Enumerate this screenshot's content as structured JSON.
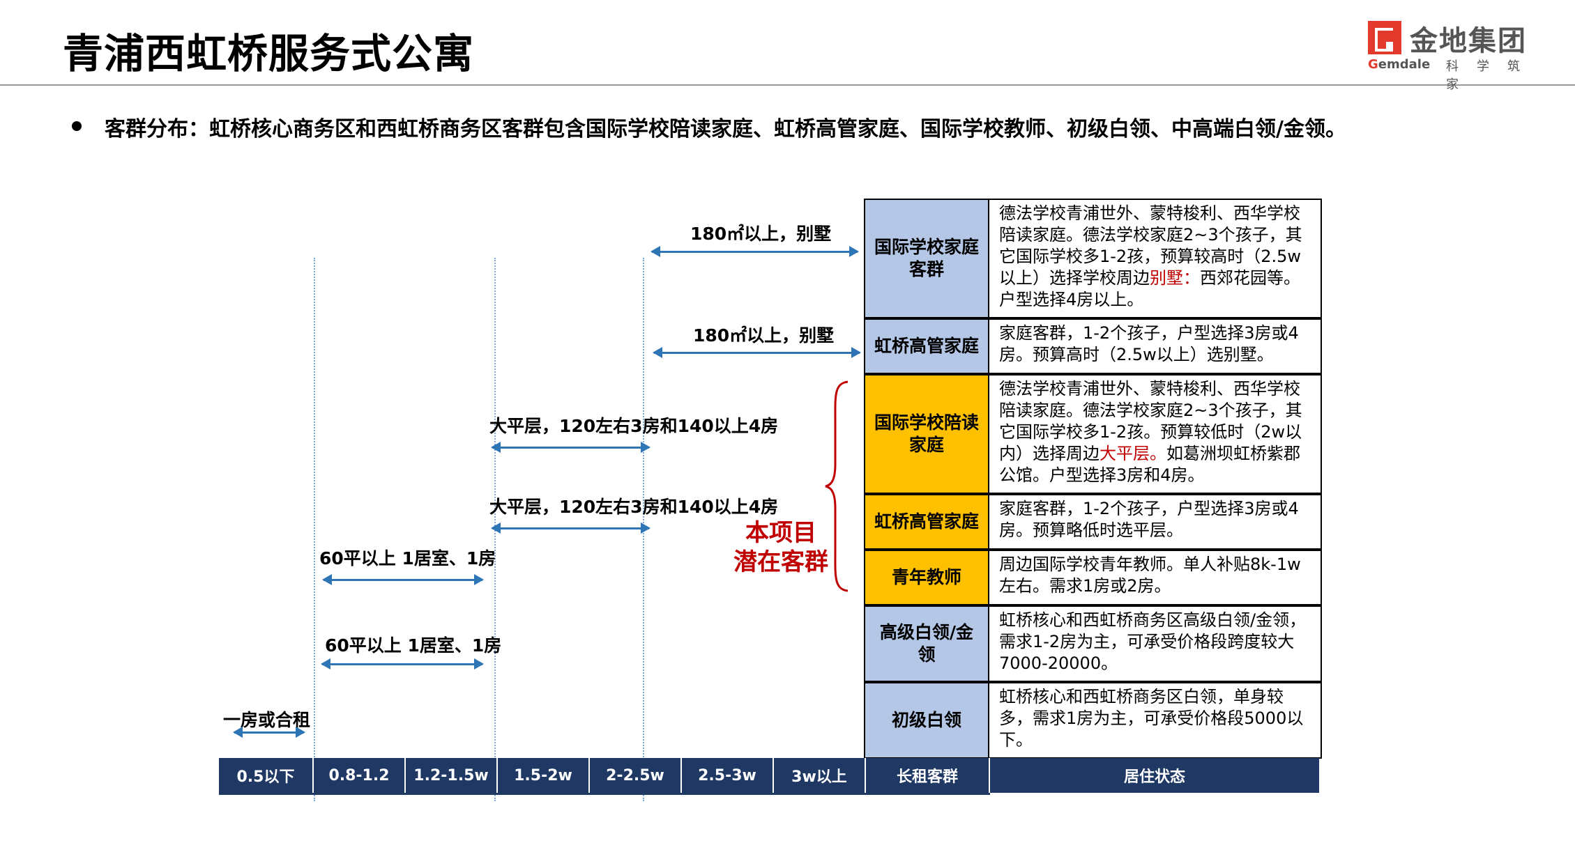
{
  "header": {
    "title": "青浦西虹桥服务式公寓",
    "logo_name": "金地集团",
    "logo_en": "Gemdale",
    "logo_tagline": "科学筑家"
  },
  "bullet": "客群分布：虹桥核心商务区和西虹桥商务区客群包含国际学校陪读家庭、虹桥高管家庭、国际学校教师、初级白领、中高端白领/金领。",
  "axis": {
    "budget_ticks": [
      "0.5以下",
      "0.8-1.2",
      "1.2-1.5w",
      "1.5-2w",
      "2-2.5w",
      "2.5-3w",
      "3w以上"
    ],
    "group_header": "长租客群",
    "desc_header": "居住状态"
  },
  "groups": [
    {
      "name": "国际学校家庭客群",
      "color": "#b4c7e7",
      "desc": [
        "德法学校青浦世外、蒙特梭利、西华学校陪读家庭。德法学校家庭2~3个孩子，其它国际学校多1-2孩，预算较高时（2.5w以上）选择学校周边",
        "别墅：",
        "西郊花园等。户型选择4房以上。"
      ]
    },
    {
      "name": "虹桥高管家庭",
      "color": "#b4c7e7",
      "desc": [
        "家庭客群，1-2个孩子，户型选择3房或4房。预算高时（2.5w以上）选别墅。"
      ]
    },
    {
      "name": "国际学校陪读家庭",
      "color": "#ffc000",
      "desc": [
        "德法学校青浦世外、蒙特梭利、西华学校陪读家庭。德法学校家庭2~3个孩子，其它国际学校多1-2孩。预算较低时（2w以内）选择周边",
        "大平层。",
        "如葛洲坝虹桥紫郡公馆。户型选择3房和4房。"
      ]
    },
    {
      "name": "虹桥高管家庭",
      "color": "#ffc000",
      "desc": [
        "家庭客群，1-2个孩子，户型选择3房或4房。预算略低时选平层。"
      ]
    },
    {
      "name": "青年教师",
      "color": "#ffc000",
      "desc": [
        "周边国际学校青年教师。单人补贴8k-1w左右。需求1房或2房。"
      ]
    },
    {
      "name": "高级白领/金领",
      "color": "#b4c7e7",
      "desc": [
        "虹桥核心和西虹桥商务区高级白领/金领，需求1-2房为主，可承受价格段跨度较大7000-20000。"
      ]
    },
    {
      "name": "初级白领",
      "color": "#b4c7e7",
      "desc": [
        "虹桥核心和西虹桥商务区白领，单身较多，需求1房为主，可承受价格段5000以下。"
      ]
    }
  ],
  "ranges": [
    {
      "label": "180㎡以上，别墅",
      "from": "2-2.5w",
      "to": "长租客群"
    },
    {
      "label": "180㎡以上，别墅",
      "from": "2-2.5w",
      "to": "长租客群"
    },
    {
      "label": "大平层，120左右3房和140以上4房",
      "from": "1.5-2w",
      "to": "2-2.5w"
    },
    {
      "label": "大平层，120左右3房和140以上4房",
      "from": "1.5-2w",
      "to": "2-2.5w"
    },
    {
      "label": "60平以上 1居室、1房",
      "from": "0.8-1.2",
      "to": "1.2-1.5w"
    },
    {
      "label": "60平以上 1居室、1房",
      "from": "0.8-1.2",
      "to": "1.2-1.5w"
    },
    {
      "label": "一房或合租",
      "from": "0.5以下",
      "to": "0.5以下"
    }
  ],
  "project_label": [
    "本项目",
    "潜在客群"
  ],
  "colors": {
    "navy": "#1f3864",
    "arrow": "#2e75b6",
    "highlight": "#c00000",
    "blue_cell": "#b4c7e7",
    "gold_cell": "#ffc000"
  }
}
